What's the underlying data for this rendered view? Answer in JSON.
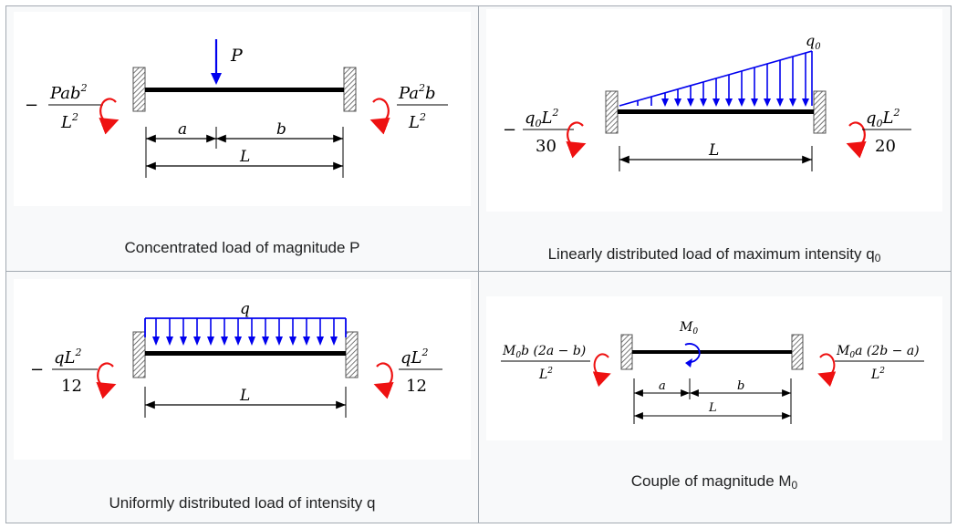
{
  "cells": [
    {
      "caption": "Concentrated load of magnitude P",
      "caption_sub": "",
      "labels": {
        "load": "P",
        "a": "a",
        "b": "b",
        "L": "L",
        "left_moment_sign": "−",
        "left_moment_num": "Pab",
        "left_moment_num_sup": "2",
        "left_moment_den": "L",
        "left_moment_den_sup": "2",
        "right_moment_num": "Pa",
        "right_moment_num_sup": "2",
        "right_moment_num_tail": "b",
        "right_moment_den": "L",
        "right_moment_den_sup": "2"
      }
    },
    {
      "caption": "Linearly distributed load of maximum intensity q",
      "caption_sub": "0",
      "labels": {
        "load": "q",
        "load_sub": "0",
        "L": "L",
        "left_moment_sign": "−",
        "left_moment_num": "q",
        "left_moment_num_sub": "0",
        "left_moment_num_tail": "L",
        "left_moment_num_sup": "2",
        "left_moment_den": "30",
        "right_moment_num": "q",
        "right_moment_num_sub": "0",
        "right_moment_num_tail": "L",
        "right_moment_num_sup": "2",
        "right_moment_den": "20"
      }
    },
    {
      "caption": "Uniformly distributed load of intensity q",
      "caption_sub": "",
      "labels": {
        "load": "q",
        "L": "L",
        "left_moment_sign": "−",
        "left_moment_num": "qL",
        "left_moment_num_sup": "2",
        "left_moment_den": "12",
        "right_moment_num": "qL",
        "right_moment_num_sup": "2",
        "right_moment_den": "12"
      }
    },
    {
      "caption": "Couple of magnitude M",
      "caption_sub": "0",
      "labels": {
        "load": "M",
        "load_sub": "0",
        "a": "a",
        "b": "b",
        "L": "L",
        "left_moment_num": "M",
        "left_moment_num_sub": "0",
        "left_moment_num_tail": "b (2a − b)",
        "left_moment_den": "L",
        "left_moment_den_sup": "2",
        "right_moment_num": "M",
        "right_moment_num_sub": "0",
        "right_moment_num_tail": "a (2b − a)",
        "right_moment_den": "L",
        "right_moment_den_sup": "2"
      }
    }
  ],
  "colors": {
    "load_arrow": "#0000ee",
    "moment_arrow": "#ee1111",
    "beam": "#000000",
    "border": "#a2a9b1",
    "cell_bg": "#f8f9fa"
  }
}
